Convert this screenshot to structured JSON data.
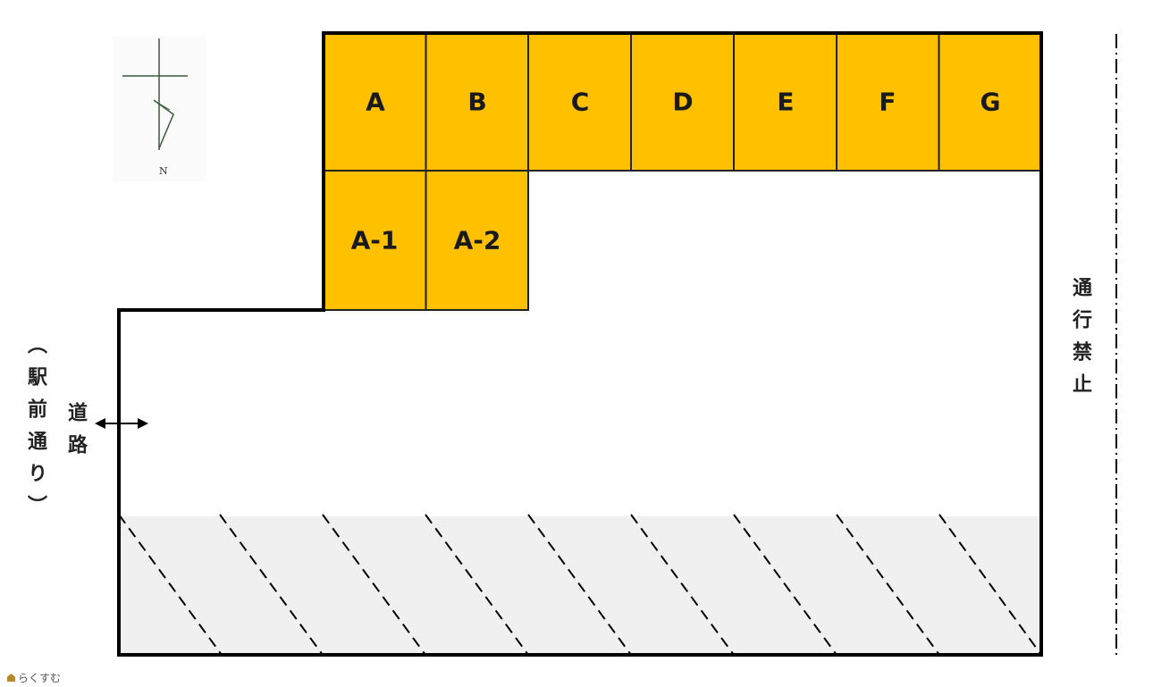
{
  "compass": {
    "letter": "N",
    "icon": "north-arrow-icon"
  },
  "spaces": [
    {
      "id": "A",
      "label": "A"
    },
    {
      "id": "B",
      "label": "B"
    },
    {
      "id": "C",
      "label": "C"
    },
    {
      "id": "D",
      "label": "D"
    },
    {
      "id": "E",
      "label": "E"
    },
    {
      "id": "F",
      "label": "F"
    },
    {
      "id": "G",
      "label": "G"
    },
    {
      "id": "A-1",
      "label": "A-1"
    },
    {
      "id": "A-2",
      "label": "A-2"
    }
  ],
  "labels": {
    "station_street_line1": "︵駅前通り︶",
    "station_street_line2": "道路",
    "no_passage": "通行禁止"
  },
  "watermark": "らくすむ",
  "colors": {
    "space_fill": "#ffc000",
    "outline": "#000000",
    "hatched_area": "#f0f0f0"
  }
}
